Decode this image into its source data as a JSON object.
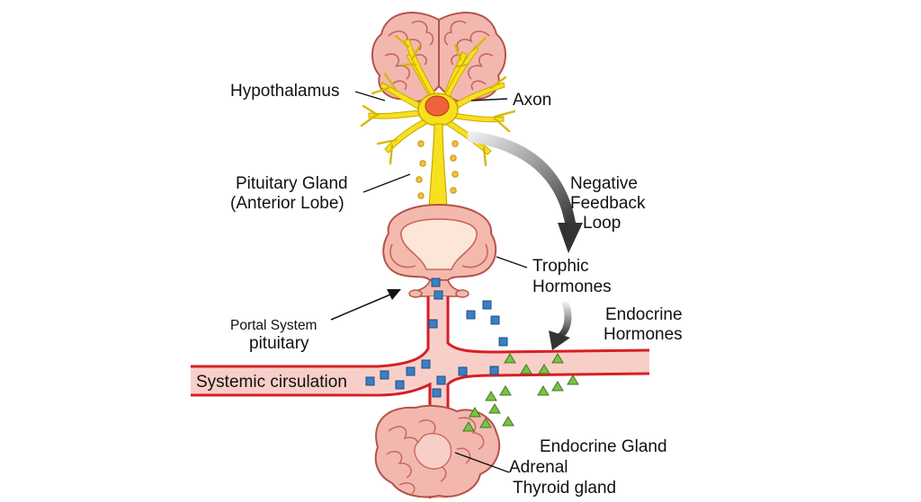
{
  "labels": {
    "hypothalamus": "Hypothalamus",
    "axon": "Axon",
    "pituitary_line1": "Pituitary Gland",
    "pituitary_line2": "(Anterior Lobe)",
    "negative_line1": "Negative",
    "negative_line2": "Feedback",
    "negative_line3": "Loop",
    "trophic_line1": "Trophic",
    "trophic_line2": "Hormones",
    "portal_line1": "Portal System",
    "portal_line2": "pituitary",
    "endocrine_hormones_line1": "Endocrine",
    "endocrine_hormones_line2": "Hormones",
    "systemic": "Systemic cirsulation",
    "endocrine_gland": "Endocrine Gland",
    "adrenal": "Adrenal",
    "thyroid": "Thyroid gland"
  },
  "colors": {
    "brain": "#f2b8b0",
    "neuron": "#f7e11e",
    "vessel_wall": "#d61f26",
    "vessel_fill": "#f8cfc8",
    "trophic_marker": "#3a7fc4",
    "endocrine_marker": "#7cc04a",
    "feedback_arrow": "#444444"
  },
  "icons": {
    "trophic_marker": "blue-square",
    "endocrine_marker": "green-triangle"
  }
}
